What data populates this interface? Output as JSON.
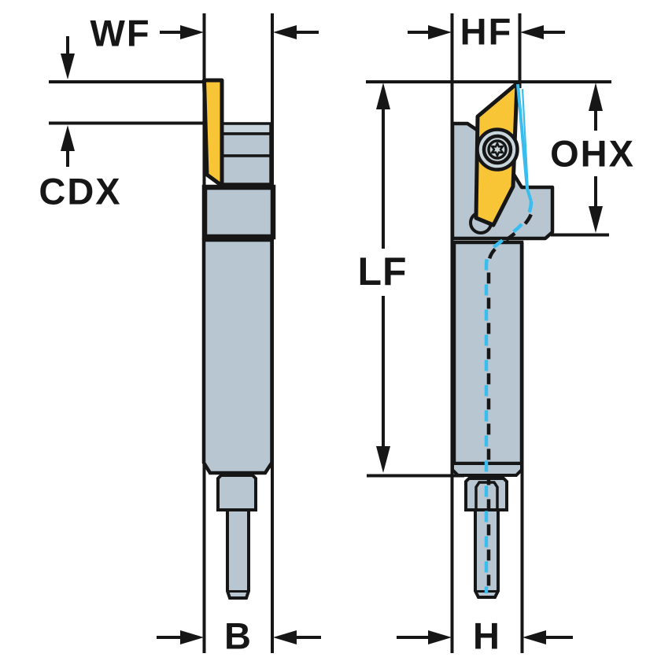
{
  "labels": {
    "wf": "WF",
    "cdx": "CDX",
    "hf": "HF",
    "ohx": "OHX",
    "lf": "LF",
    "b": "B",
    "h": "H"
  },
  "colors": {
    "background": "#ffffff",
    "outline": "#161616",
    "label": "#161616",
    "body_gray": "#b7c6d0",
    "body_gray_light": "#c9d5dd",
    "insert_yellow": "#f8c537",
    "centerline_cyan": "#38bdee"
  }
}
